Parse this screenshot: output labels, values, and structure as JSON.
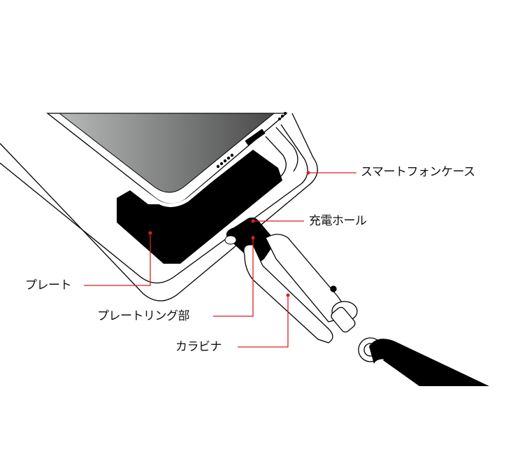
{
  "labels": {
    "case": "スマートフォンケース",
    "charge_hole": "充電ホール",
    "plate": "プレート",
    "plate_ring": "プレートリング部",
    "carabiner": "カラビナ"
  },
  "colors": {
    "leader": "#e01e1e",
    "ink": "#000000",
    "screen_light": "#b4b6b6",
    "screen_dark": "#555555"
  }
}
